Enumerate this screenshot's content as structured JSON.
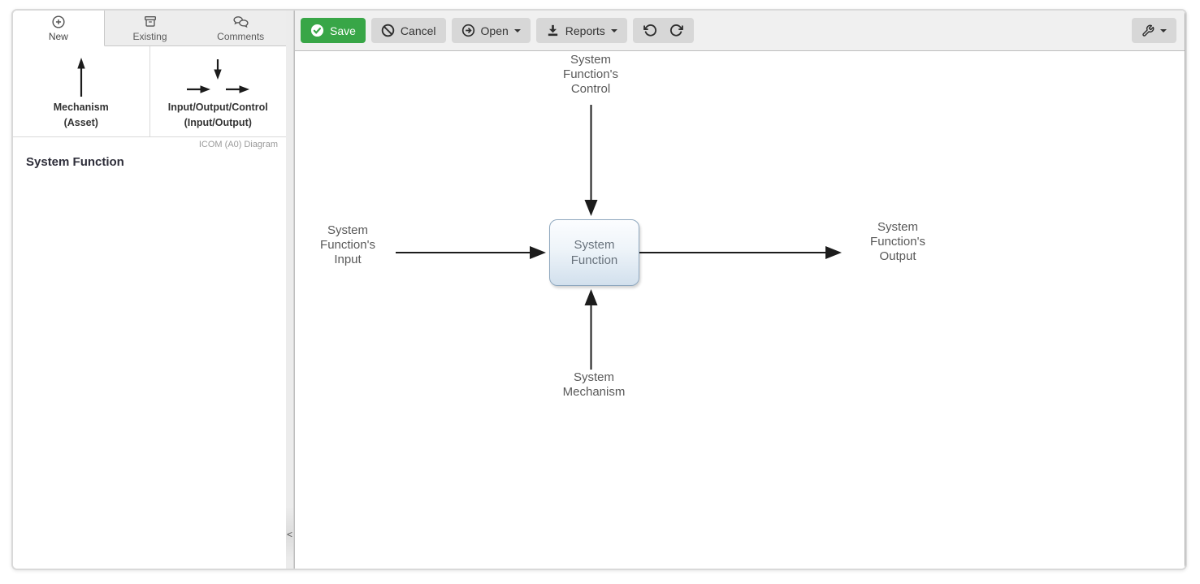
{
  "sidebar": {
    "tabs": [
      {
        "label": "New",
        "icon": "plus-circle-icon",
        "active": true
      },
      {
        "label": "Existing",
        "icon": "archive-icon",
        "active": false
      },
      {
        "label": "Comments",
        "icon": "comments-icon",
        "active": false
      }
    ],
    "palette": [
      {
        "title": "Mechanism",
        "subtitle": "(Asset)",
        "icon": "arrow-up-icon"
      },
      {
        "title": "Input/Output/Control",
        "subtitle": "(Input/Output)",
        "icon": "input-output-arrows-icon"
      }
    ],
    "diagram_type": "ICOM (A0) Diagram",
    "function_name": "System Function",
    "collapse_glyph": "<"
  },
  "toolbar": {
    "save_label": "Save",
    "cancel_label": "Cancel",
    "open_label": "Open",
    "reports_label": "Reports"
  },
  "canvas": {
    "function_box_label": "System\nFunction",
    "labels": {
      "control": "System\nFunction's\nControl",
      "input": "System\nFunction's\nInput",
      "output": "System\nFunction's\nOutput",
      "mechanism": "System\nMechanism"
    }
  },
  "colors": {
    "accent_green": "#38a647",
    "toolbar_button_gray": "#d7d7d7",
    "box_border": "#8fa8bf",
    "box_fill_bottom": "#d2e0ed",
    "arrow_black": "#1c1c1c"
  }
}
